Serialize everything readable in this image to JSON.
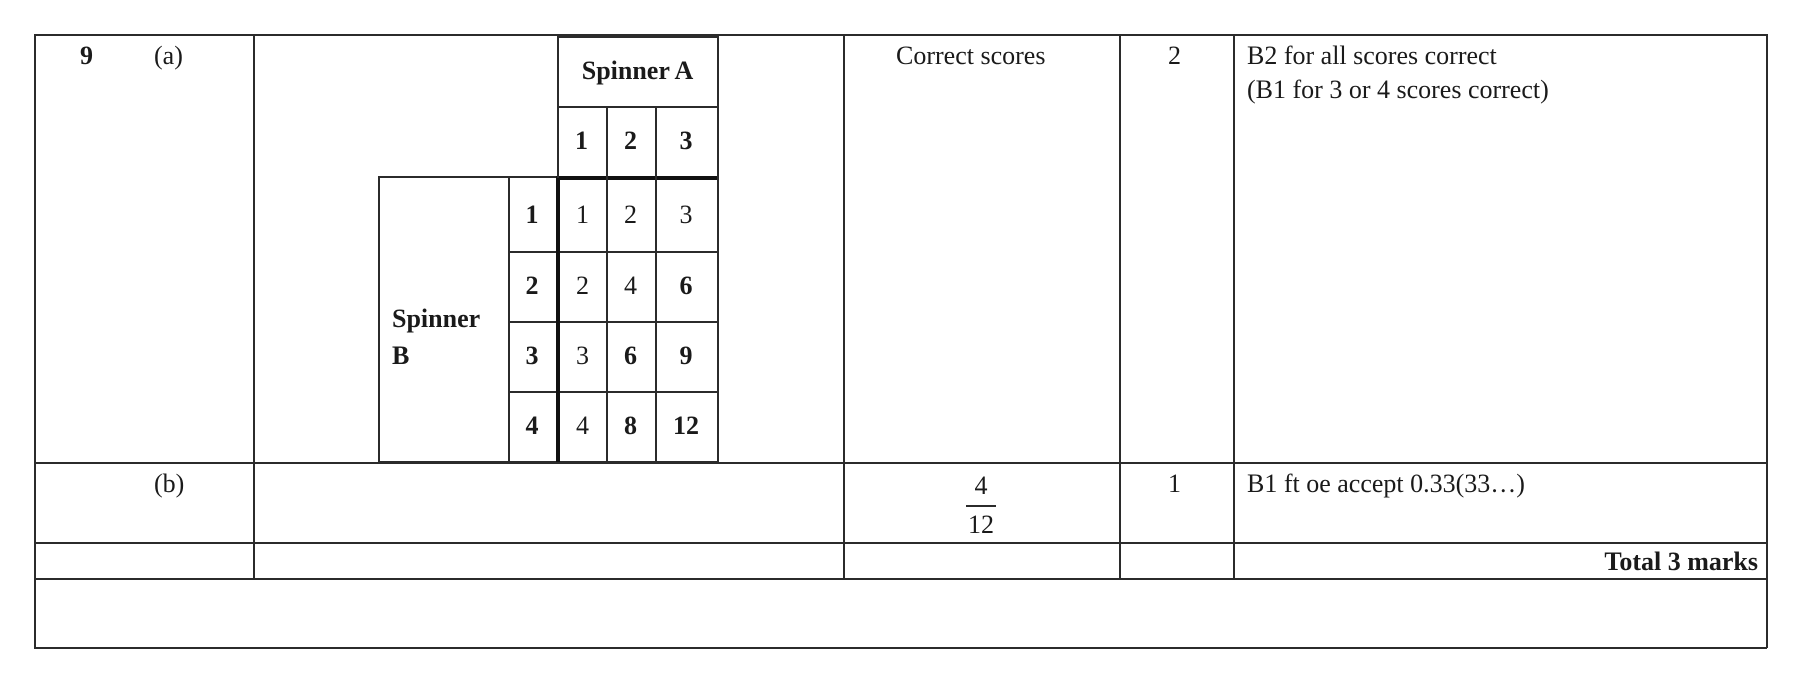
{
  "question": {
    "number": "9",
    "part_a": "(a)",
    "part_b": "(b)"
  },
  "spinner_table": {
    "col_header": "Spinner A",
    "row_header_line1": "Spinner",
    "row_header_line2": "B",
    "col_values": [
      "1",
      "2",
      "3"
    ],
    "row_values": [
      "1",
      "2",
      "3",
      "4"
    ],
    "cells": [
      [
        {
          "v": "1",
          "bold": false
        },
        {
          "v": "2",
          "bold": false
        },
        {
          "v": "3",
          "bold": false
        }
      ],
      [
        {
          "v": "2",
          "bold": false
        },
        {
          "v": "4",
          "bold": false
        },
        {
          "v": "6",
          "bold": true
        }
      ],
      [
        {
          "v": "3",
          "bold": false
        },
        {
          "v": "6",
          "bold": true
        },
        {
          "v": "9",
          "bold": true
        }
      ],
      [
        {
          "v": "4",
          "bold": false
        },
        {
          "v": "8",
          "bold": true
        },
        {
          "v": "12",
          "bold": true
        }
      ]
    ]
  },
  "row_a": {
    "answer": "Correct scores",
    "marks": "2",
    "guidance_line1": "B2 for all scores correct",
    "guidance_line2": "(B1 for 3 or 4 scores correct)"
  },
  "row_b": {
    "answer_numerator": "4",
    "answer_denominator": "12",
    "marks": "1",
    "guidance": "B1 ft oe accept 0.33(33…)"
  },
  "total": "Total 3 marks"
}
